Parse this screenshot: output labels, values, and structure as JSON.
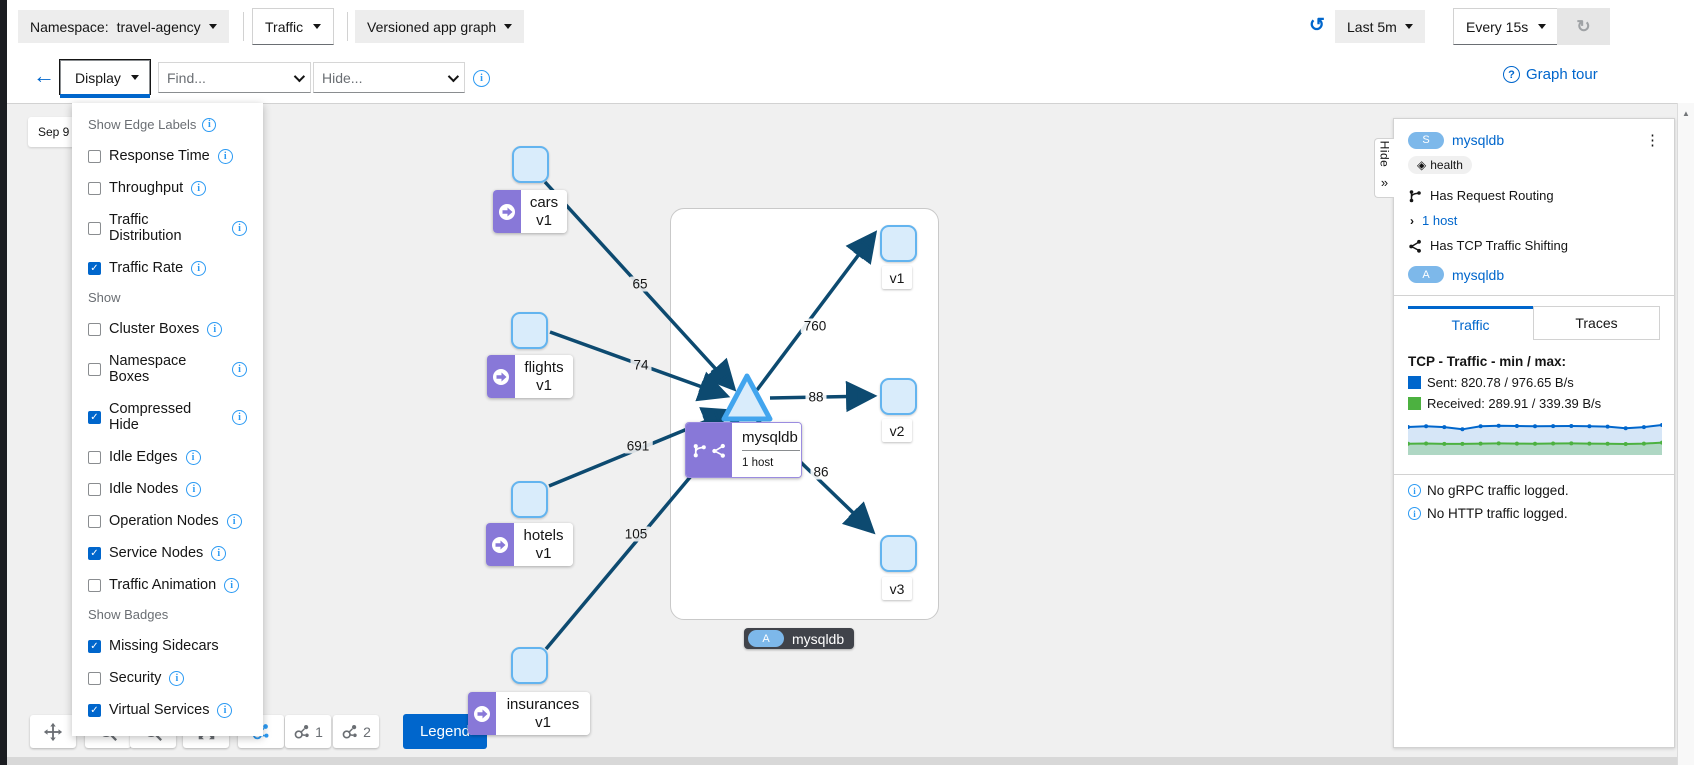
{
  "topbar": {
    "namespace_label": "Namespace:",
    "namespace_value": "travel-agency",
    "traffic_dropdown": "Traffic",
    "graph_type_dropdown": "Versioned app graph",
    "duration_dropdown": "Last 5m",
    "refresh_interval_dropdown": "Every 15s"
  },
  "toolbar": {
    "display_button": "Display",
    "find_placeholder": "Find...",
    "hide_placeholder": "Hide...",
    "graph_tour": "Graph tour"
  },
  "display_menu": {
    "sections": [
      {
        "header": "Show Edge Labels",
        "items": [
          {
            "label": "Response Time",
            "checked": false,
            "info": true
          },
          {
            "label": "Throughput",
            "checked": false,
            "info": true
          },
          {
            "label": "Traffic Distribution",
            "checked": false,
            "info": true
          },
          {
            "label": "Traffic Rate",
            "checked": true,
            "info": true
          }
        ]
      },
      {
        "header": "Show",
        "items": [
          {
            "label": "Cluster Boxes",
            "checked": false,
            "info": true
          },
          {
            "label": "Namespace Boxes",
            "checked": false,
            "info": true
          },
          {
            "label": "Compressed Hide",
            "checked": true,
            "info": true
          },
          {
            "label": "Idle Edges",
            "checked": false,
            "info": true
          },
          {
            "label": "Idle Nodes",
            "checked": false,
            "info": true
          },
          {
            "label": "Operation Nodes",
            "checked": false,
            "info": true
          },
          {
            "label": "Service Nodes",
            "checked": true,
            "info": true
          },
          {
            "label": "Traffic Animation",
            "checked": false,
            "info": true
          }
        ]
      },
      {
        "header": "Show Badges",
        "items": [
          {
            "label": "Missing Sidecars",
            "checked": true,
            "info": false
          },
          {
            "label": "Security",
            "checked": false,
            "info": true
          },
          {
            "label": "Virtual Services",
            "checked": true,
            "info": true
          }
        ]
      }
    ]
  },
  "graph": {
    "timestamp_label": "Sep 9",
    "app_nodes": [
      {
        "name": "cars",
        "version": "v1"
      },
      {
        "name": "flights",
        "version": "v1"
      },
      {
        "name": "hotels",
        "version": "v1"
      },
      {
        "name": "insurances",
        "version": "v1"
      }
    ],
    "service_node": {
      "title": "mysqldb",
      "subtitle": "1 host"
    },
    "version_nodes": [
      "v1",
      "v2",
      "v3"
    ],
    "group_badge": "A",
    "group_label": "mysqldb",
    "edge_labels": {
      "cars_db": "65",
      "flights_db": "74",
      "hotels_db": "691",
      "insurances_db": "105",
      "db_v1": "760",
      "db_v2": "88",
      "db_v3": "86"
    }
  },
  "graph_toolbar": {
    "legend_button": "Legend",
    "layout1_label": "1",
    "layout2_label": "2"
  },
  "side_panel": {
    "hide_label": "Hide",
    "service_badge": "S",
    "service_name": "mysqldb",
    "health_chip": "health",
    "request_routing": "Has Request Routing",
    "hosts_link": "1 host",
    "tcp_shifting": "Has TCP Traffic Shifting",
    "app_badge": "A",
    "app_name": "mysqldb",
    "tabs": [
      "Traffic",
      "Traces"
    ],
    "grpc_empty": "No gRPC traffic logged.",
    "http_empty": "No HTTP traffic logged."
  },
  "chart_data": {
    "type": "area",
    "title": "TCP - Traffic - min / max:",
    "legend_position": "top",
    "grid": false,
    "legend": [
      {
        "label": "Sent: 820.78 / 976.65 B/s",
        "color": "#0066cc"
      },
      {
        "label": "Received: 289.91 / 339.39 B/s",
        "color": "#4cb140"
      }
    ],
    "series": [
      {
        "name": "Sent",
        "min": 820.78,
        "max": 976.65,
        "unit": "B/s",
        "color": "#0066cc",
        "values": [
          905,
          935,
          900,
          821,
          930,
          948,
          942,
          930,
          938,
          942,
          932,
          918,
          860,
          900,
          977
        ]
      },
      {
        "name": "Received",
        "min": 289.91,
        "max": 339.39,
        "unit": "B/s",
        "color": "#4cb140",
        "values": [
          300,
          308,
          295,
          292,
          306,
          310,
          304,
          302,
          307,
          310,
          305,
          299,
          290,
          303,
          339
        ]
      }
    ]
  },
  "colors": {
    "primary": "#0066cc",
    "edge": "#0d4a70",
    "node_fill": "#d9ecfb",
    "node_border": "#63b4ef",
    "purple": "#8878d8",
    "sent": "#0066cc",
    "received": "#4cb140"
  }
}
